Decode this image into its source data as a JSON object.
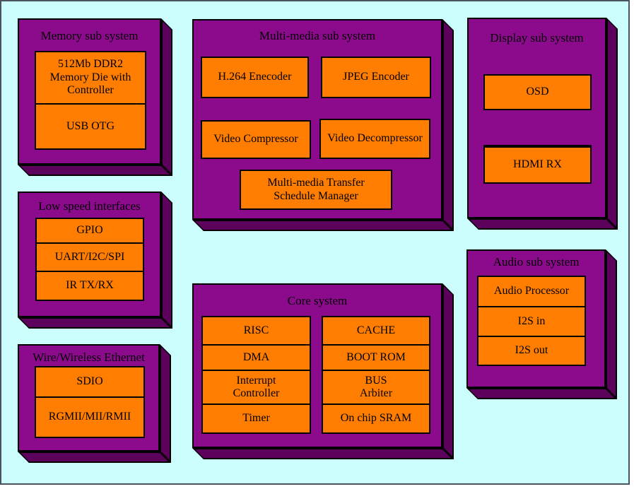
{
  "colors": {
    "purple": "#8C0A8C",
    "purple-dark": "#5C025C",
    "orange": "#FF7D00",
    "outline": "#000000",
    "background": "#CCFEFE",
    "frame": "#4A545C"
  },
  "blocks": {
    "memory": {
      "title": "Memory sub system",
      "items": {
        "ddr2": "512Mb DDR2\nMemory Die with\nController",
        "usb": "USB OTG"
      }
    },
    "multimedia": {
      "title": "Multi-media sub system",
      "items": {
        "h264": "H.264 Enecoder",
        "jpeg": "JPEG Encoder",
        "vcomp": "Video Compressor",
        "vdecomp": "Video Decompressor",
        "sched": "Multi-media  Transfer\nSchedule Manager"
      }
    },
    "display": {
      "title": "Display sub system",
      "items": {
        "osd": "OSD",
        "hdmi": "HDMI RX"
      }
    },
    "lowspeed": {
      "title": "Low speed interfaces",
      "items": {
        "gpio": "GPIO",
        "uart": "UART/I2C/SPI",
        "ir": "IR TX/RX"
      }
    },
    "ethernet": {
      "title": "Wire/Wireless Ethernet",
      "items": {
        "sdio": "SDIO",
        "rgmii": "RGMII/MII/RMII"
      }
    },
    "core": {
      "title": "Core system",
      "left": {
        "risc": "RISC",
        "dma": "DMA",
        "intc": "Interrupt\nController",
        "timer": "Timer"
      },
      "right": {
        "cache": "CACHE",
        "bootrom": "BOOT ROM",
        "bus": "BUS\nArbiter",
        "sram": "On chip SRAM"
      }
    },
    "audio": {
      "title": "Audio sub system",
      "items": {
        "proc": "Audio Processor",
        "i2sin": "I2S in",
        "i2sout": "I2S out"
      }
    }
  }
}
